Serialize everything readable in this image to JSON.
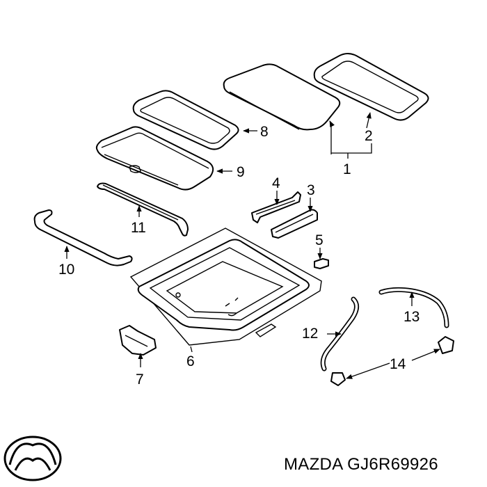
{
  "callouts": {
    "c1": "1",
    "c2": "2",
    "c3": "3",
    "c4": "4",
    "c5": "5",
    "c6": "6",
    "c7": "7",
    "c8": "8",
    "c9": "9",
    "c10": "10",
    "c11": "11",
    "c12": "12",
    "c13": "13",
    "c14": "14"
  },
  "brand": {
    "logo": "mazda-logo"
  },
  "caption": {
    "text": "MAZDA GJ6R69926"
  }
}
